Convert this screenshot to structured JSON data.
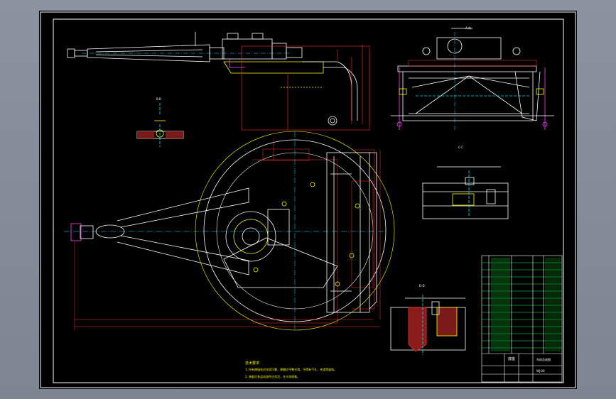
{
  "drawing": {
    "tech_title": "技术要求",
    "tech_notes": [
      "1. 所有焊接处应牢固可靠，焊缝应平整光滑，不得有气孔、夹渣等缺陷。",
      "2. 装配后各运动部件应灵活，无卡滞现象。"
    ],
    "title_block": {
      "drawing_name": "底座",
      "part_name": "车体总成图",
      "drawing_no": "WJ-00"
    },
    "view_labels": {
      "top_right": "A 向",
      "detail_b": "B-B",
      "detail_c": "C-C",
      "detail_d": "D-D"
    },
    "colors": {
      "background": "#000000",
      "main_lines": "#ffffff",
      "dims": "#ff3030",
      "center": "#00e5ff",
      "hidden": "#ffff00",
      "table": "#00ff44",
      "mag": "#ff40ff"
    }
  }
}
